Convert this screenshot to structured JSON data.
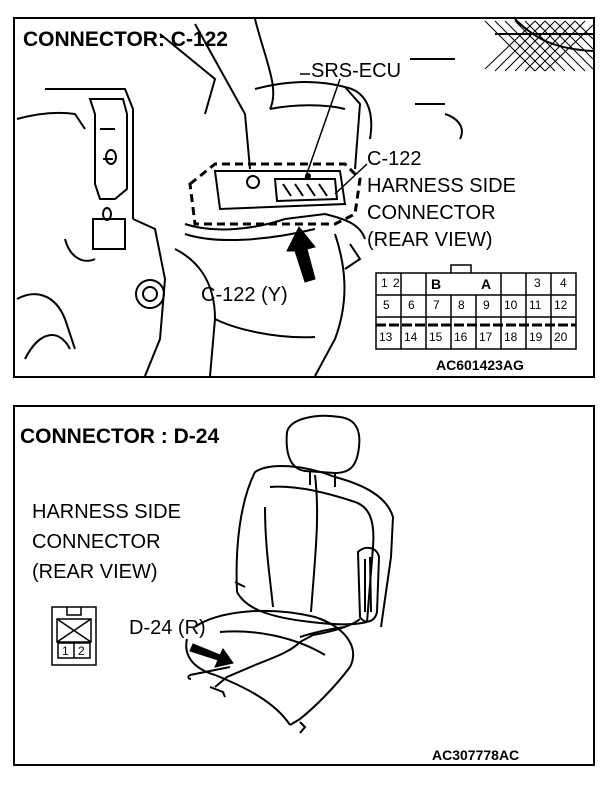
{
  "top": {
    "title": "CONNECTOR: C-122",
    "ecu_label": "SRS-ECU",
    "connector_label": [
      "C-122",
      "HARNESS SIDE",
      "CONNECTOR",
      "(REAR VIEW)"
    ],
    "connector_tag": "C-122 (Y)",
    "pin_row1": [
      "1",
      "2",
      "B",
      "A",
      "3",
      "4"
    ],
    "pin_row2": [
      "5",
      "6",
      "7",
      "8",
      "9",
      "10",
      "11",
      "12"
    ],
    "pin_row3": [
      "13",
      "14",
      "15",
      "16",
      "17",
      "18",
      "19",
      "20"
    ],
    "code": "AC601423AG"
  },
  "bottom": {
    "title": "CONNECTOR : D-24",
    "connector_label": [
      "HARNESS SIDE",
      "CONNECTOR",
      "(REAR VIEW)"
    ],
    "connector_tag": "D-24 (R)",
    "pins": [
      "1",
      "2"
    ],
    "code": "AC307778AC"
  }
}
